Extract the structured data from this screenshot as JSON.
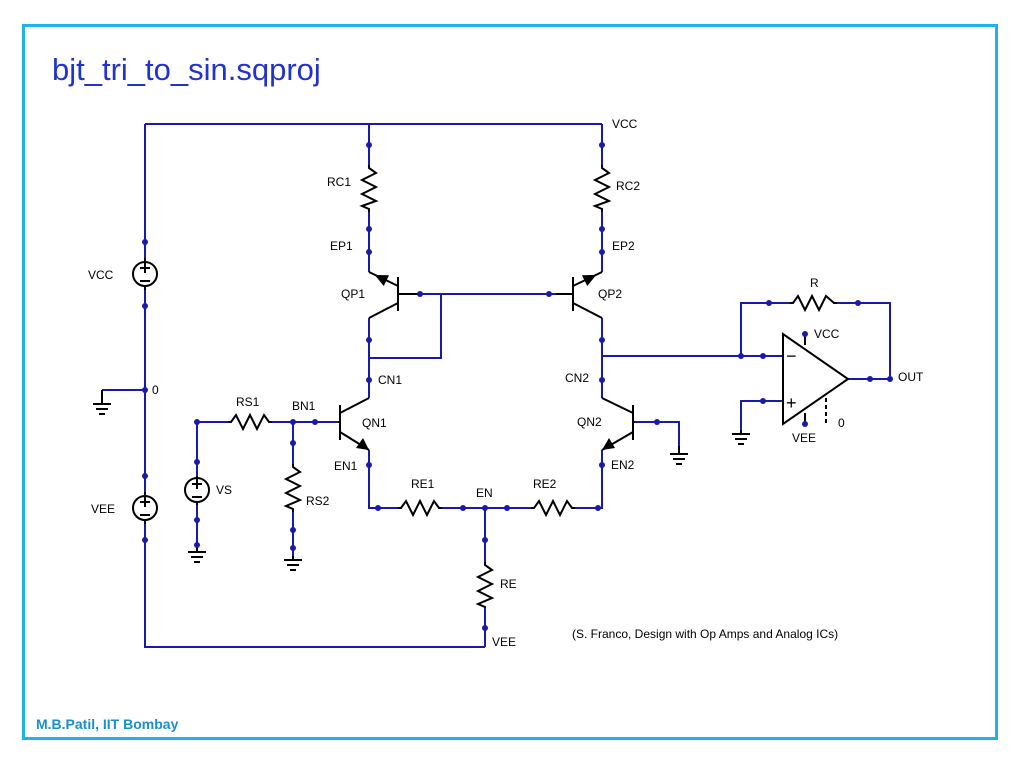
{
  "title": "bjt_tri_to_sin.sqproj",
  "footer": "M.B.Patil, IIT Bombay",
  "reference": "(S. Franco, Design with Op Amps and Analog ICs)",
  "colors": {
    "frame": "#1fb4e8",
    "title": "#2233cc",
    "wire": "#1a1aa8",
    "footer": "#1a8fd0"
  },
  "labels": {
    "vcc_top": "VCC",
    "vcc_src": "VCC",
    "vee_src": "VEE",
    "vs": "VS",
    "zero_gnd": "0",
    "rc1": "RC1",
    "rc2": "RC2",
    "ep1": "EP1",
    "ep2": "EP2",
    "qp1": "QP1",
    "qp2": "QP2",
    "cn1": "CN1",
    "cn2": "CN2",
    "qn1": "QN1",
    "qn2": "QN2",
    "bn1": "BN1",
    "en1": "EN1",
    "en2": "EN2",
    "rs1": "RS1",
    "rs2": "RS2",
    "re1": "RE1",
    "re2": "RE2",
    "en": "EN",
    "re": "RE",
    "vee_bottom": "VEE",
    "r": "R",
    "opamp_vcc": "VCC",
    "opamp_vee": "VEE",
    "opamp_zero": "0",
    "out": "OUT",
    "minus": "−",
    "plus": "+"
  }
}
